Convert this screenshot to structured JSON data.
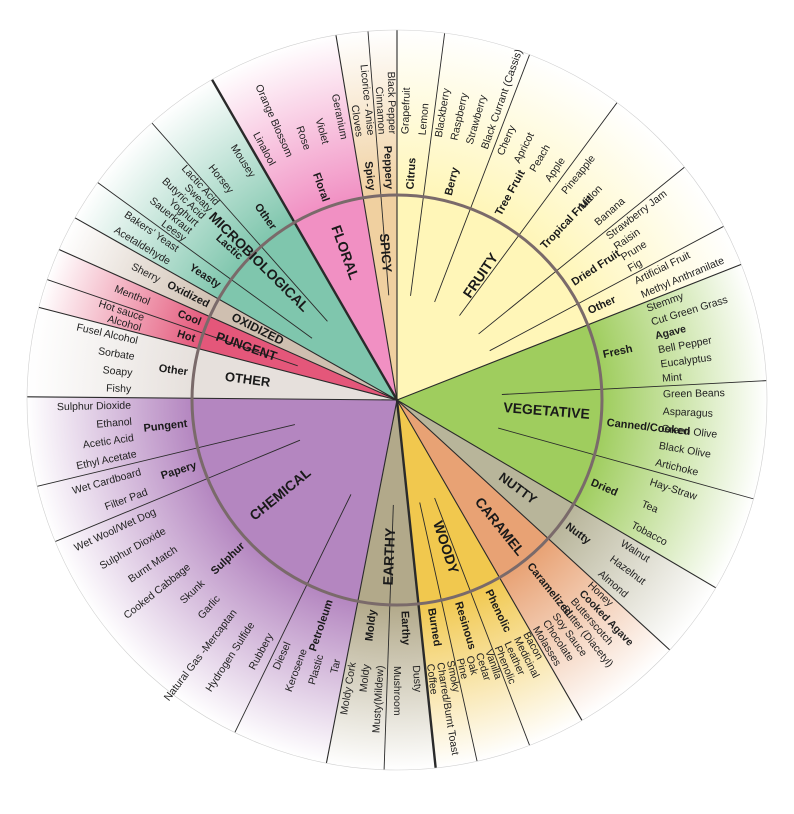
{
  "wheel": {
    "colors": {
      "fruity": "#fff6b8",
      "vegetative": "#9fcd5e",
      "nutty": "#b8b59a",
      "caramel": "#e8a274",
      "woody": "#f1c84e",
      "earthy": "#b2a98a",
      "chemical": "#b486c0",
      "other": "#e6e0dc",
      "pungent": "#e4577a",
      "oxidized": "#cfbfb0",
      "microbiological": "#7fc6ad",
      "floral": "#f190c3",
      "spicy": "#f0d0a0",
      "ring": "#7a6a6a"
    },
    "categories": [
      {
        "label": "FRUITY",
        "color_key": "fruity",
        "start": 0,
        "end": 68.5,
        "subs": [
          {
            "label": "Citrus",
            "start": 0,
            "end": 7.4,
            "terms": [
              "Grapefruit",
              "Lemon"
            ]
          },
          {
            "label": "Berry",
            "start": 7.4,
            "end": 21.0,
            "terms": [
              "Blackberry",
              "Raspberry",
              "Strawberry",
              "Black Currant (Cassis)"
            ]
          },
          {
            "label": "Tree Fruit",
            "start": 21.0,
            "end": 36.5,
            "terms": [
              "Cherry",
              "Apricot",
              "Peach",
              "Apple"
            ]
          },
          {
            "label": "Tropical Fruit",
            "start": 36.5,
            "end": 51.0,
            "terms": [
              "Pineapple",
              "Melon",
              "Banana"
            ]
          },
          {
            "label": "Dried Fruit",
            "start": 51.0,
            "end": 62.0,
            "terms": [
              "Strawberry Jam",
              "Raisin",
              "Prune",
              "Fig"
            ]
          },
          {
            "label": "Other",
            "start": 62.0,
            "end": 68.5,
            "terms": [
              "Artificial Fruit",
              "Methyl Anthranilate"
            ]
          }
        ]
      },
      {
        "label": "VEGETATIVE",
        "color_key": "vegetative",
        "start": 68.5,
        "end": 120.5,
        "subs": [
          {
            "label": "Fresh",
            "start": 68.5,
            "end": 87.0,
            "terms": [
              "Stemmy",
              "Cut Green Grass",
              "Agave",
              "Bell Pepper",
              "Eucalyptus",
              "Mint"
            ]
          },
          {
            "label": "Canned/Cooked",
            "start": 87.0,
            "end": 105.5,
            "terms": [
              "Green Beans",
              "Asparagus",
              "Green Olive",
              "Black Olive",
              "Artichoke"
            ]
          },
          {
            "label": "Dried",
            "start": 105.5,
            "end": 120.5,
            "terms": [
              "Hay-Straw",
              "Tea",
              "Tobacco"
            ]
          }
        ]
      },
      {
        "label": "NUTTY",
        "color_key": "nutty",
        "start": 120.5,
        "end": 132.5,
        "subs": [
          {
            "label": "Nutty",
            "start": 120.5,
            "end": 132.5,
            "terms": [
              "Walnut",
              "Hazelnut",
              "Almond"
            ]
          }
        ]
      },
      {
        "label": "CARAMEL",
        "color_key": "caramel",
        "start": 132.5,
        "end": 150.0,
        "subs": [
          {
            "label": "Caramelized",
            "start": 132.5,
            "end": 150.0,
            "terms": [
              "Honey",
              "Cooked Agave",
              "Butterscotch",
              "Butter (Diacetyl)",
              "Soy Sauce",
              "Chocolate",
              "Molasses"
            ]
          }
        ]
      },
      {
        "label": "WOODY",
        "color_key": "woody",
        "start": 150.0,
        "end": 174.0,
        "subs": [
          {
            "label": "Phenolic",
            "start": 150.0,
            "end": 159.0,
            "terms": [
              "Bacon",
              "Medicinal",
              "Leather",
              "Phenolic"
            ]
          },
          {
            "label": "Resinous",
            "start": 159.0,
            "end": 167.5,
            "terms": [
              "Vanilla",
              "Cedar",
              "Oak",
              "Pine"
            ]
          },
          {
            "label": "Burned",
            "start": 167.5,
            "end": 174.0,
            "terms": [
              "Smoky",
              "Charred/Burnt Toast",
              "Coffee"
            ]
          }
        ]
      },
      {
        "label": "EARTHY",
        "color_key": "earthy",
        "start": 174.0,
        "end": 191.0,
        "subs": [
          {
            "label": "Earthy",
            "start": 174.0,
            "end": 182.0,
            "terms": [
              "Dusty",
              "Mushroom"
            ]
          },
          {
            "label": "Moldy",
            "start": 182.0,
            "end": 191.0,
            "terms": [
              "Musty(Mildew)",
              "Moldy",
              "Moldy Cork"
            ]
          }
        ]
      },
      {
        "label": "CHEMICAL",
        "color_key": "chemical",
        "start": 191.0,
        "end": 270.5,
        "subs": [
          {
            "label": "Petroleum",
            "start": 191.0,
            "end": 206.0,
            "terms": [
              "Tar",
              "Plastic",
              "Kerosene",
              "Diesel"
            ]
          },
          {
            "label": "Sulphur",
            "start": 206.0,
            "end": 247.5,
            "terms": [
              "Rubbery",
              "Hydrogen Sulfide",
              "Natural Gas -Mercaptan",
              "Garlic",
              "Skunk",
              "Cooked Cabbage",
              "Burnt Match",
              "Sulphur Dioxide",
              "Wet Wool/Wet Dog"
            ]
          },
          {
            "label": "Papery",
            "start": 247.5,
            "end": 256.5,
            "terms": [
              "Filter Pad",
              "Wet Cardboard"
            ]
          },
          {
            "label": "Pungent",
            "start": 256.5,
            "end": 270.5,
            "terms": [
              "Ethyl Acetate",
              "Acetic Acid",
              "Ethanol",
              "Sulphur Dioxide"
            ]
          }
        ]
      },
      {
        "label": "OTHER",
        "color_key": "other",
        "start": 270.5,
        "end": 284.5,
        "subs": [
          {
            "label": "Other",
            "start": 270.5,
            "end": 284.5,
            "terms": [
              "Fishy",
              "Soapy",
              "Sorbate",
              "Fusel Alcohol"
            ]
          }
        ]
      },
      {
        "label": "PUNGENT",
        "color_key": "pungent",
        "start": 284.5,
        "end": 294.0,
        "subs": [
          {
            "label": "Hot",
            "start": 284.5,
            "end": 289.0,
            "terms": [
              "Alcohol",
              "Hot sauce"
            ]
          },
          {
            "label": "Cool",
            "start": 289.0,
            "end": 294.0,
            "terms": [
              "Menthol"
            ]
          }
        ]
      },
      {
        "label": "OXIDIZED",
        "color_key": "oxidized",
        "start": 294.0,
        "end": 299.5,
        "subs": [
          {
            "label": "Oxidized",
            "start": 294.0,
            "end": 299.5,
            "terms": [
              "Sherry"
            ]
          }
        ]
      },
      {
        "label": "MICROBIOLOGICAL",
        "color_key": "microbiological",
        "start": 299.5,
        "end": 330.0,
        "subs": [
          {
            "label": "Yeasty",
            "start": 299.5,
            "end": 306.0,
            "terms": [
              "Acetaldehyde",
              "Bakers' Yeast"
            ]
          },
          {
            "label": "Lactic",
            "start": 306.0,
            "end": 318.5,
            "terms": [
              "Leesy",
              "Sauerkraut",
              "Yoghurt",
              "Butyric Acid",
              "Sweaty",
              "Lactic Acid"
            ]
          },
          {
            "label": "Other",
            "start": 318.5,
            "end": 330.0,
            "terms": [
              "Horsey",
              "Mousey"
            ]
          }
        ]
      },
      {
        "label": "FLORAL",
        "color_key": "floral",
        "start": 330.0,
        "end": 350.5,
        "subs": [
          {
            "label": "Floral",
            "start": 330.0,
            "end": 350.5,
            "terms": [
              "Linalool",
              "Orange Blossom",
              "Rose",
              "Violet",
              "Geranium"
            ]
          }
        ]
      },
      {
        "label": "SPICY",
        "color_key": "spicy",
        "start": 350.5,
        "end": 360.0,
        "subs": [
          {
            "label": "Spicy",
            "start": 350.5,
            "end": 355.5,
            "terms": [
              "Cloves",
              "Licorice - Anise"
            ]
          },
          {
            "label": "Peppery",
            "start": 355.5,
            "end": 360.0,
            "terms": [
              "Cinnamon",
              "Black Pepper"
            ]
          }
        ]
      }
    ],
    "bold_terms": [
      "Agave",
      "Cooked Agave"
    ],
    "heavy_dividers": [
      330.0,
      174.0
    ]
  }
}
